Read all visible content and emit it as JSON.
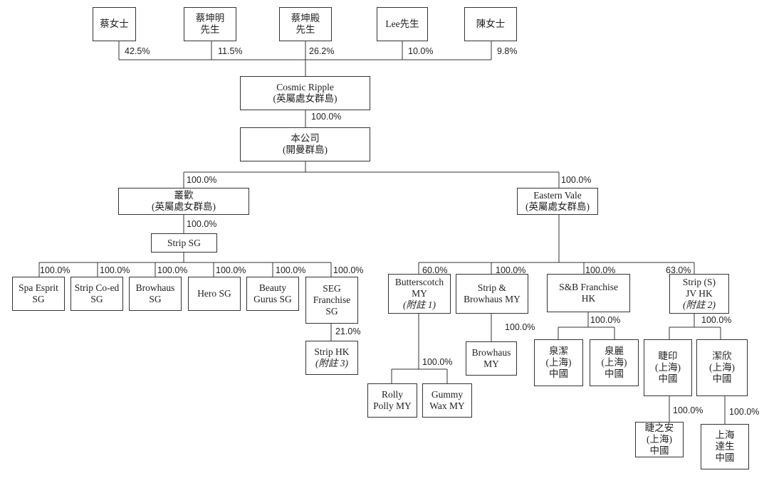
{
  "colors": {
    "line": "#333333",
    "text": "#222222",
    "background": "#ffffff"
  },
  "shareholders": [
    {
      "id": "tsai_lady",
      "lines": [
        "蔡女士"
      ],
      "pct": "42.5%"
    },
    {
      "id": "tsai_kunming",
      "lines": [
        "蔡坤明",
        "先生"
      ],
      "pct": "11.5%"
    },
    {
      "id": "tsai_kundian",
      "lines": [
        "蔡坤殿",
        "先生"
      ],
      "pct": "26.2%"
    },
    {
      "id": "lee",
      "lines": [
        "Lee先生"
      ],
      "pct": "10.0%"
    },
    {
      "id": "chen_lady",
      "lines": [
        "陳女士"
      ],
      "pct": "9.8%"
    }
  ],
  "entities": {
    "cosmic_ripple": {
      "lines": [
        "Cosmic Ripple",
        "(英屬處女群島)"
      ]
    },
    "company": {
      "lines": [
        "本公司",
        "(開曼群島)"
      ]
    },
    "congxin": {
      "lines": [
        "叢歡",
        "(英屬處女群島)"
      ]
    },
    "eastern_vale": {
      "lines": [
        "Eastern Vale",
        "(英屬處女群島)"
      ]
    },
    "strip_sg": {
      "lines": [
        "Strip SG"
      ]
    },
    "spa_esprit": {
      "lines": [
        "Spa Esprit",
        "SG"
      ]
    },
    "strip_coed": {
      "lines": [
        "Strip Co-ed",
        "SG"
      ]
    },
    "browhaus_sg": {
      "lines": [
        "Browhaus",
        "SG"
      ]
    },
    "hero_sg": {
      "lines": [
        "Hero SG"
      ]
    },
    "beauty_gurus": {
      "lines": [
        "Beauty",
        "Gurus SG"
      ]
    },
    "seg_franchise": {
      "lines": [
        "SEG",
        "Franchise",
        "SG"
      ]
    },
    "strip_hk": {
      "lines": [
        "Strip HK"
      ],
      "note": "(附註 3)"
    },
    "butterscotch": {
      "lines": [
        "Butterscotch",
        "MY"
      ],
      "note": "(附註 1)"
    },
    "strip_browhaus_my": {
      "lines": [
        "Strip &",
        "Browhaus MY"
      ]
    },
    "browhaus_my": {
      "lines": [
        "Browhaus",
        "MY"
      ]
    },
    "rolly_polly": {
      "lines": [
        "Rolly",
        "Polly MY"
      ]
    },
    "gummy_wax": {
      "lines": [
        "Gummy",
        "Wax MY"
      ]
    },
    "sb_franchise": {
      "lines": [
        "S&B Franchise",
        "HK"
      ]
    },
    "quanjie": {
      "lines": [
        "泉潔",
        "(上海)",
        "中國"
      ]
    },
    "quanli": {
      "lines": [
        "泉麗",
        "(上海)",
        "中國"
      ]
    },
    "strip_jv": {
      "lines": [
        "Strip (S)",
        "JV HK"
      ],
      "note": "(附註 2)"
    },
    "jieyin": {
      "lines": [
        "睫印",
        "(上海)",
        "中國"
      ]
    },
    "jiexin": {
      "lines": [
        "潔欣",
        "(上海)",
        "中國"
      ]
    },
    "jiezhian": {
      "lines": [
        "睫之安",
        "(上海)",
        "中國"
      ]
    },
    "shanghai_dasheng": {
      "lines": [
        "上海",
        "達生",
        "中國"
      ]
    }
  },
  "ownership": {
    "cosmic_to_company": "100.0%",
    "company_to_congxin": "100.0%",
    "company_to_eastern": "100.0%",
    "congxin_to_stripsg": "100.0%",
    "stripsg_to_spa": "100.0%",
    "stripsg_to_coed": "100.0%",
    "stripsg_to_browhaus": "100.0%",
    "stripsg_to_hero": "100.0%",
    "stripsg_to_beauty": "100.0%",
    "stripsg_to_seg": "100.0%",
    "seg_to_striphk": "21.0%",
    "eastern_to_butterscotch": "60.0%",
    "eastern_to_sbmy": "100.0%",
    "eastern_to_sbfranchise": "100.0%",
    "eastern_to_stripjv": "63.0%",
    "butterscotch_to_subs": "100.0%",
    "sbmy_to_browhausmy": "100.0%",
    "sbfranchise_to_subs": "100.0%",
    "stripjv_to_subs": "100.0%",
    "jieyin_to_jiezhian": "100.0%",
    "jiexin_to_dasheng": "100.0%"
  }
}
